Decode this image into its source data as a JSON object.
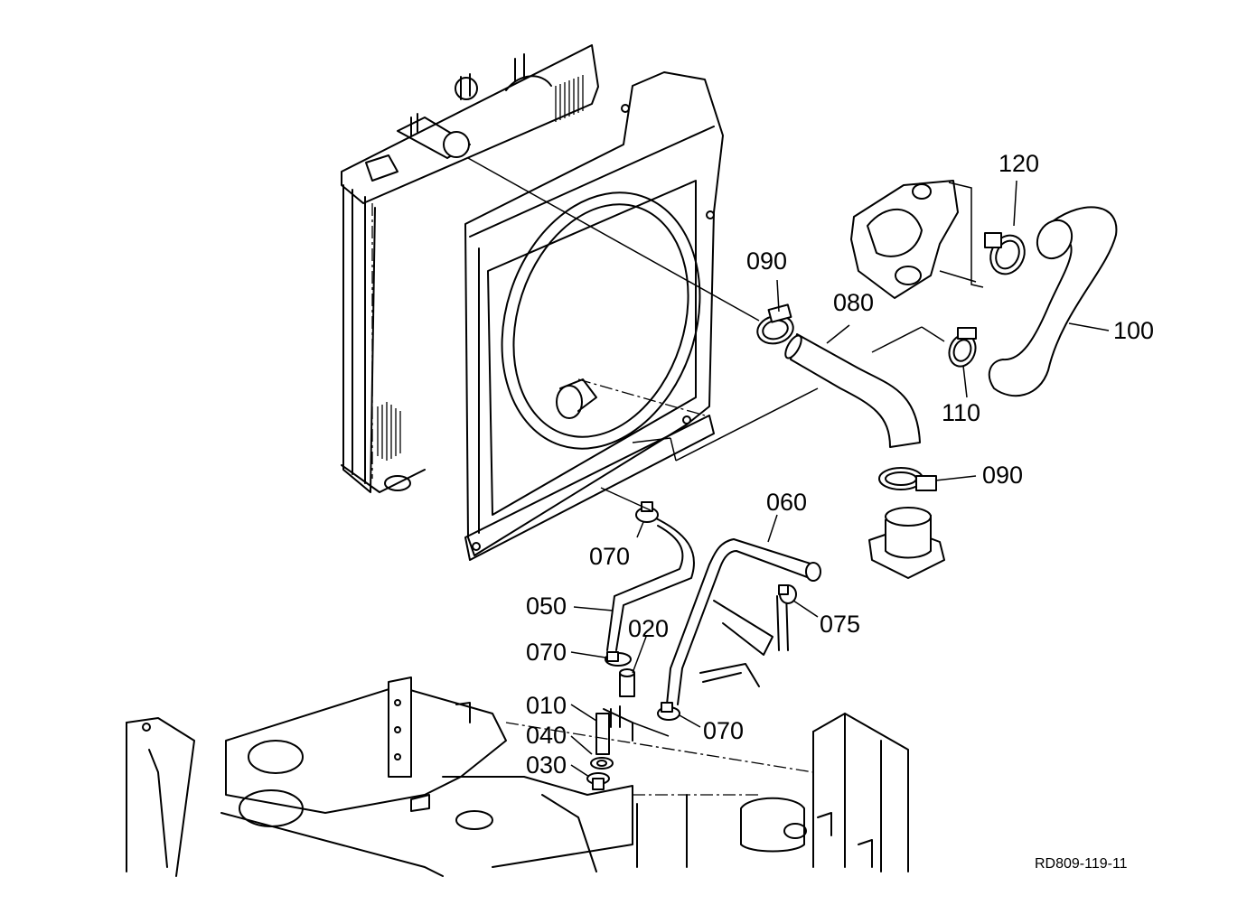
{
  "callouts": {
    "c010": "010",
    "c020": "020",
    "c030": "030",
    "c040": "040",
    "c050": "050",
    "c060": "060",
    "c070a": "070",
    "c070b": "070",
    "c070c": "070",
    "c075": "075",
    "c080": "080",
    "c090a": "090",
    "c090b": "090",
    "c100": "100",
    "c110": "110",
    "c120": "120"
  },
  "reference_code": "RD809-119-11"
}
